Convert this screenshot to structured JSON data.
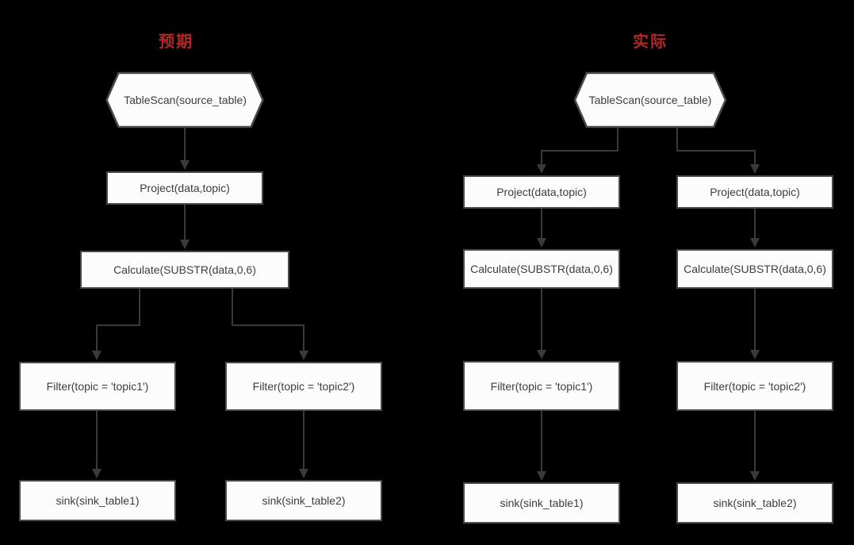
{
  "colors": {
    "background": "#000000",
    "title_red": "#b42828",
    "node_fill": "#fcfcfc",
    "node_border": "#4a4a4d",
    "edge_line": "#3a3a3a",
    "node_text": "#3d3d3d"
  },
  "diagrams": [
    {
      "title": "预期",
      "nodes": {
        "tablescan": "TableScan(source_table)",
        "project": "Project(data,topic)",
        "calculate": "Calculate(SUBSTR(data,0,6)",
        "filter1": "Filter(topic = 'topic1')",
        "filter2": "Filter(topic = 'topic2')",
        "sink1": "sink(sink_table1)",
        "sink2": "sink(sink_table2)"
      }
    },
    {
      "title": "实际",
      "nodes": {
        "tablescan": "TableScan(source_table)",
        "project1": "Project(data,topic)",
        "project2": "Project(data,topic)",
        "calculate1": "Calculate(SUBSTR(data,0,6)",
        "calculate2": "Calculate(SUBSTR(data,0,6)",
        "filter1": "Filter(topic = 'topic1')",
        "filter2": "Filter(topic = 'topic2')",
        "sink1": "sink(sink_table1)",
        "sink2": "sink(sink_table2)"
      }
    }
  ]
}
